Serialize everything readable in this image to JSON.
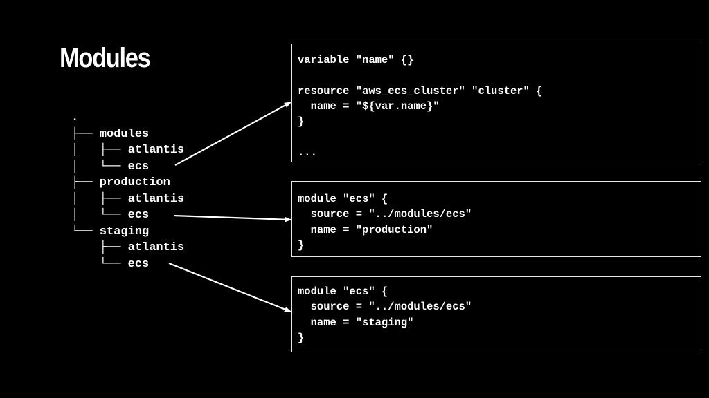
{
  "slide": {
    "title": "Modules"
  },
  "tree": {
    "lines": [
      ".",
      "├── modules",
      "│   ├── atlantis",
      "│   └── ecs",
      "├── production",
      "│   ├── atlantis",
      "│   └── ecs",
      "└── staging",
      "    ├── atlantis",
      "    └── ecs"
    ]
  },
  "code_blocks": [
    {
      "lines": [
        "variable \"name\" {}",
        "",
        "resource \"aws_ecs_cluster\" \"cluster\" {",
        "  name = \"${var.name}\"",
        "}",
        "",
        "..."
      ]
    },
    {
      "lines": [
        "module \"ecs\" {",
        "  source = \"../modules/ecs\"",
        "  name = \"production\"",
        "}"
      ]
    },
    {
      "lines": [
        "module \"ecs\" {",
        "  source = \"../modules/ecs\"",
        "  name = \"staging\"",
        "}"
      ]
    }
  ],
  "colors": {
    "background": "#000000",
    "foreground": "#ffffff",
    "box_border": "#e6e6e6"
  }
}
